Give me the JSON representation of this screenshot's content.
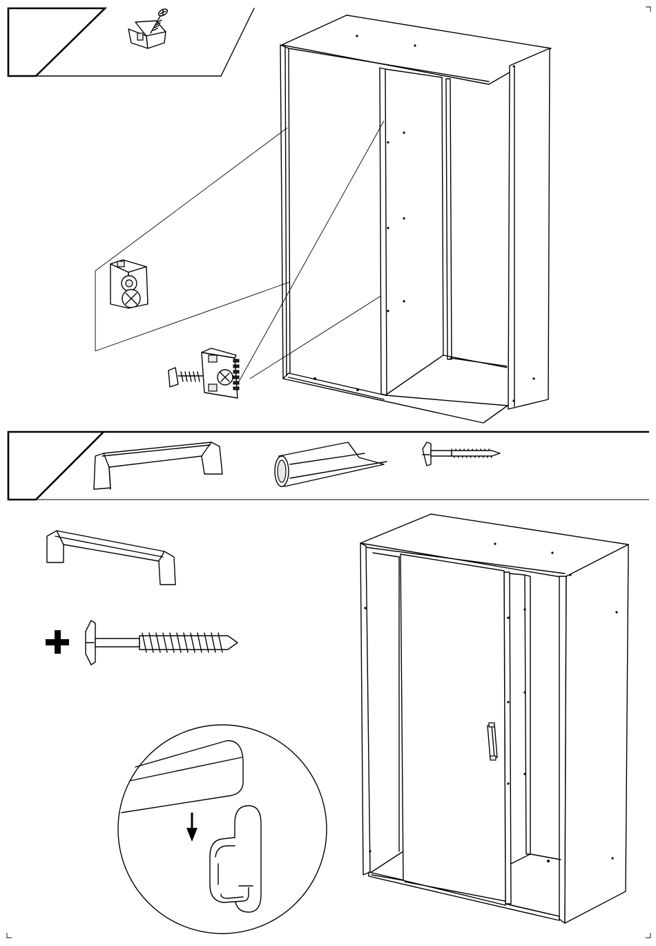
{
  "step1": {
    "panel": "step-1-header",
    "hardware": [
      "cam-connector-with-screw"
    ]
  },
  "step2": {
    "panel": "step-2-header",
    "hardware": [
      "door-handle",
      "handle-insert-tube",
      "wood-screw"
    ]
  },
  "icons": {
    "plus": "plus-icon",
    "arrow": "arrow-down-icon"
  },
  "colors": {
    "line": "#000000",
    "background": "#ffffff",
    "fill_light": "#e8e8e8"
  }
}
